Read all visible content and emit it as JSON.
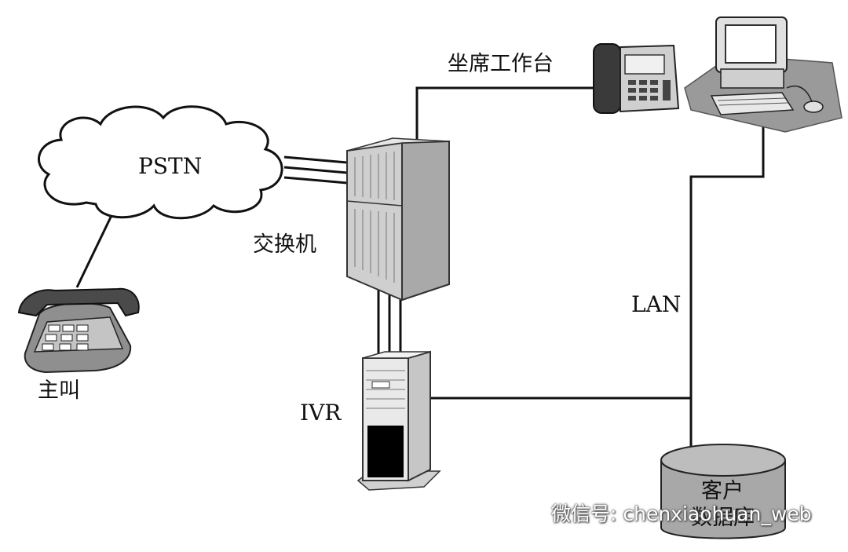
{
  "colors": {
    "line": "#111111",
    "device_fill": "#d9d9d9",
    "device_dark": "#7f7f7f",
    "desk_fill": "#9a9a9a",
    "db_fill": "#a8a8a8"
  },
  "labels": {
    "pstn": "PSTN",
    "agent_workstation": "坐席工作台",
    "switch": "交换机",
    "lan": "LAN",
    "ivr": "IVR",
    "caller": "主叫",
    "database_line1": "客户",
    "database_line2": "数据库"
  },
  "watermark": {
    "icon": "wechat-icon",
    "text": "微信号: chenxiaohuan_web"
  }
}
